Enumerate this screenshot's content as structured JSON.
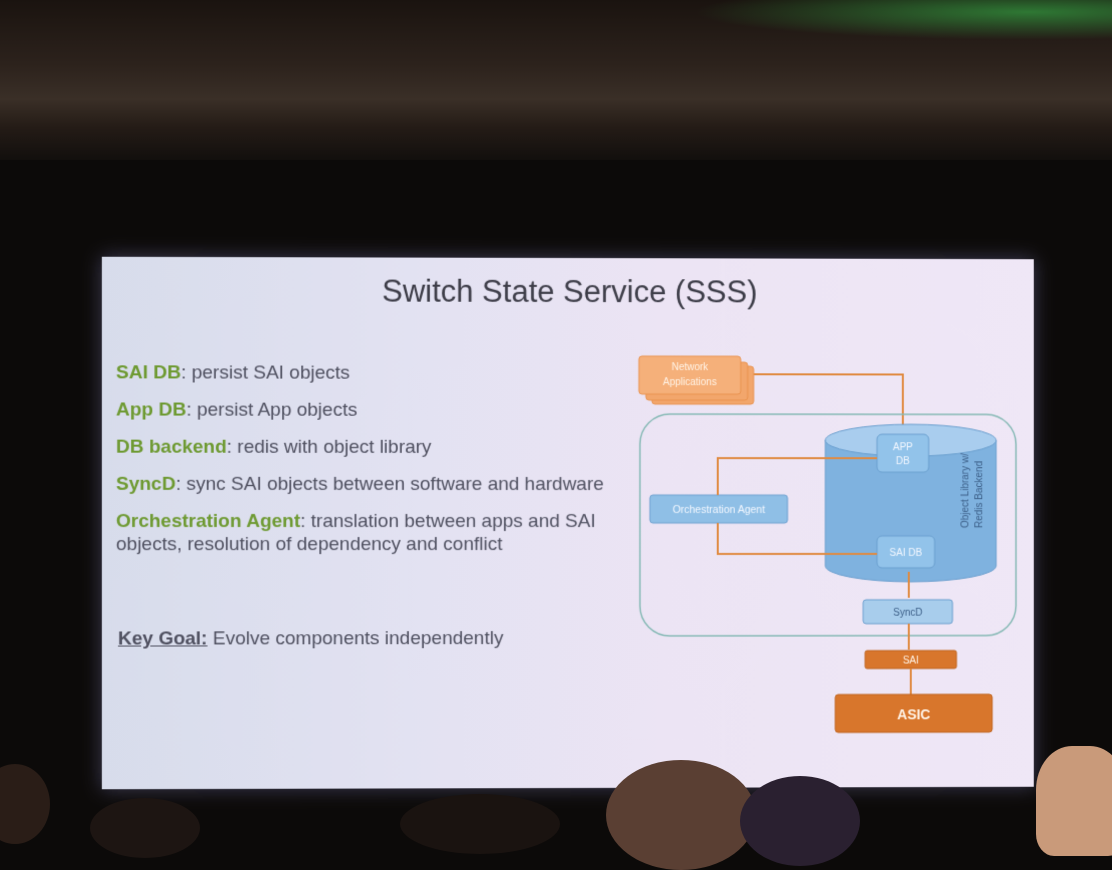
{
  "slide": {
    "title": "Switch State Service (SSS)",
    "bullets": [
      {
        "term": "SAI DB",
        "text": ": persist SAI objects"
      },
      {
        "term": "App DB",
        "text": ": persist App objects"
      },
      {
        "term": "DB backend",
        "text": ": redis with object library"
      },
      {
        "term": "SyncD",
        "text": ": sync SAI objects between software and hardware"
      },
      {
        "term": "Orchestration Agent",
        "text": ": translation between apps and SAI objects, resolution of dependency and conflict"
      }
    ],
    "key_goal": {
      "label": "Key Goal:",
      "text": " Evolve components independently"
    }
  },
  "diagram": {
    "network_apps": "Network Applications",
    "orchestration_agent": "Orchestration Agent",
    "app_db_line1": "APP",
    "app_db_line2": "DB",
    "sai_db": "SAI DB",
    "object_library_line1": "Object Library w/",
    "object_library_line2": "Redis Backend",
    "syncd": "SyncD",
    "sai": "SAI",
    "asic": "ASIC"
  },
  "colors": {
    "orange": "#d8762c",
    "orange_light": "#f1a368",
    "blue_box": "#8fbfe6",
    "cylinder": "#7fb2df",
    "term_green": "#6e9a32"
  }
}
